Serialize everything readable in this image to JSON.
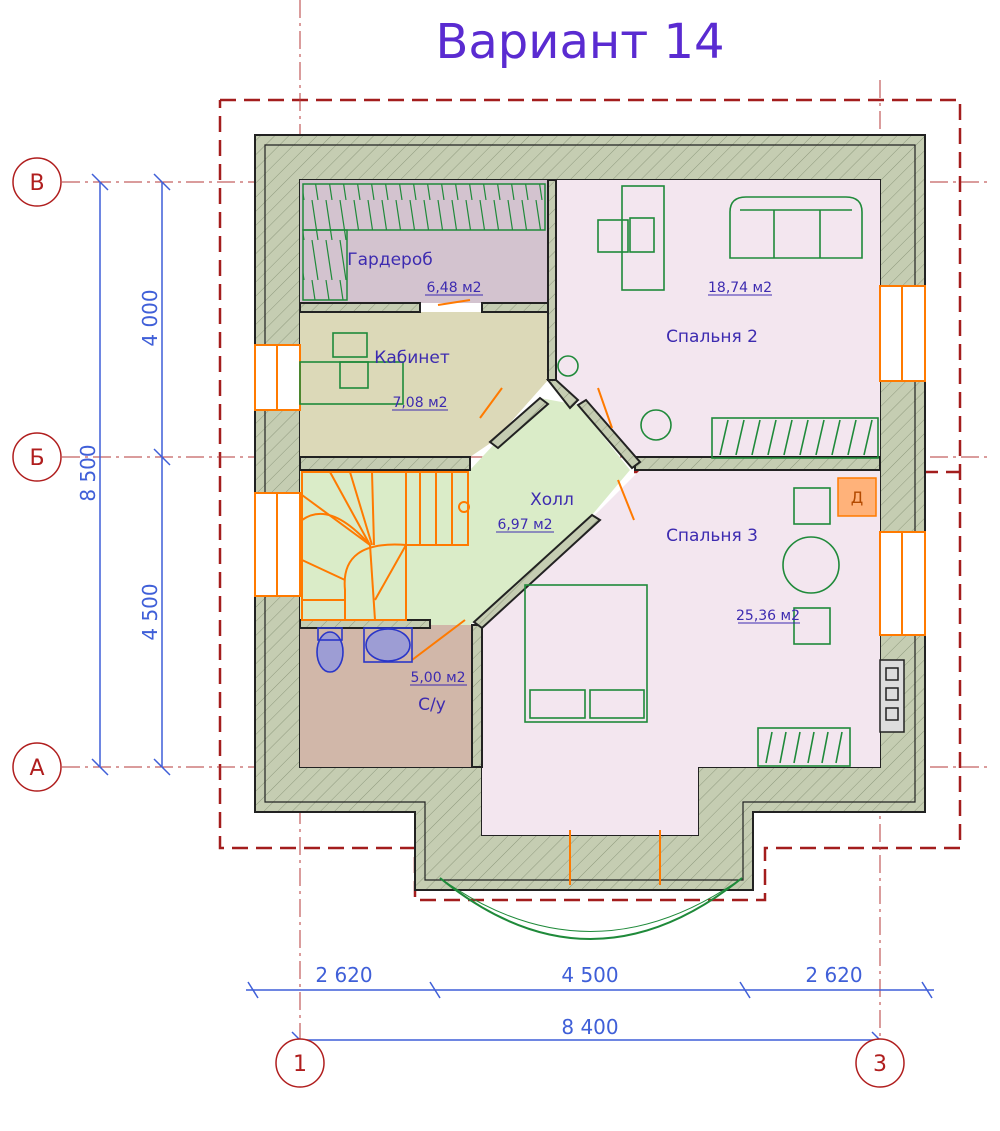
{
  "title": "Вариант 14",
  "rooms": {
    "wardrobe": {
      "name": "Гардероб",
      "area": "6,48 м2"
    },
    "bedroom2": {
      "name": "Спальня 2",
      "area": "18,74 м2"
    },
    "study": {
      "name": "Кабинет",
      "area": "7,08 м2"
    },
    "hall": {
      "name": "Холл",
      "area": "6,97 м2"
    },
    "bedroom3": {
      "name": "Спальня 3",
      "area": "25,36 м2"
    },
    "wc": {
      "name": "С/у",
      "area": "5,00 м2"
    }
  },
  "axes": {
    "rows": [
      "В",
      "Б",
      "А"
    ],
    "cols": [
      "1",
      "3"
    ]
  },
  "dimensions": {
    "bottom_segments": [
      "2 620",
      "4 500",
      "2 620"
    ],
    "bottom_total": "8 400",
    "left_upper": "4 000",
    "left_lower": "4 500",
    "left_total": "8 500"
  },
  "misc": {
    "closet_mark": "Д"
  },
  "colors": {
    "title": "#5a2bd1",
    "wall_hatch": "#c5cdb2",
    "wardrobe_fill": "#d3c3cf",
    "bedroom_fill": "#f3e6ef",
    "study_fill": "#dcd9b8",
    "hall_fill": "#daecc8",
    "wc_fill": "#d1b7a9",
    "stairs": "#ff7a00",
    "axis_line": "#a31d1d",
    "dimension": "#3f5fd8",
    "furniture": "#1f8a3a"
  }
}
